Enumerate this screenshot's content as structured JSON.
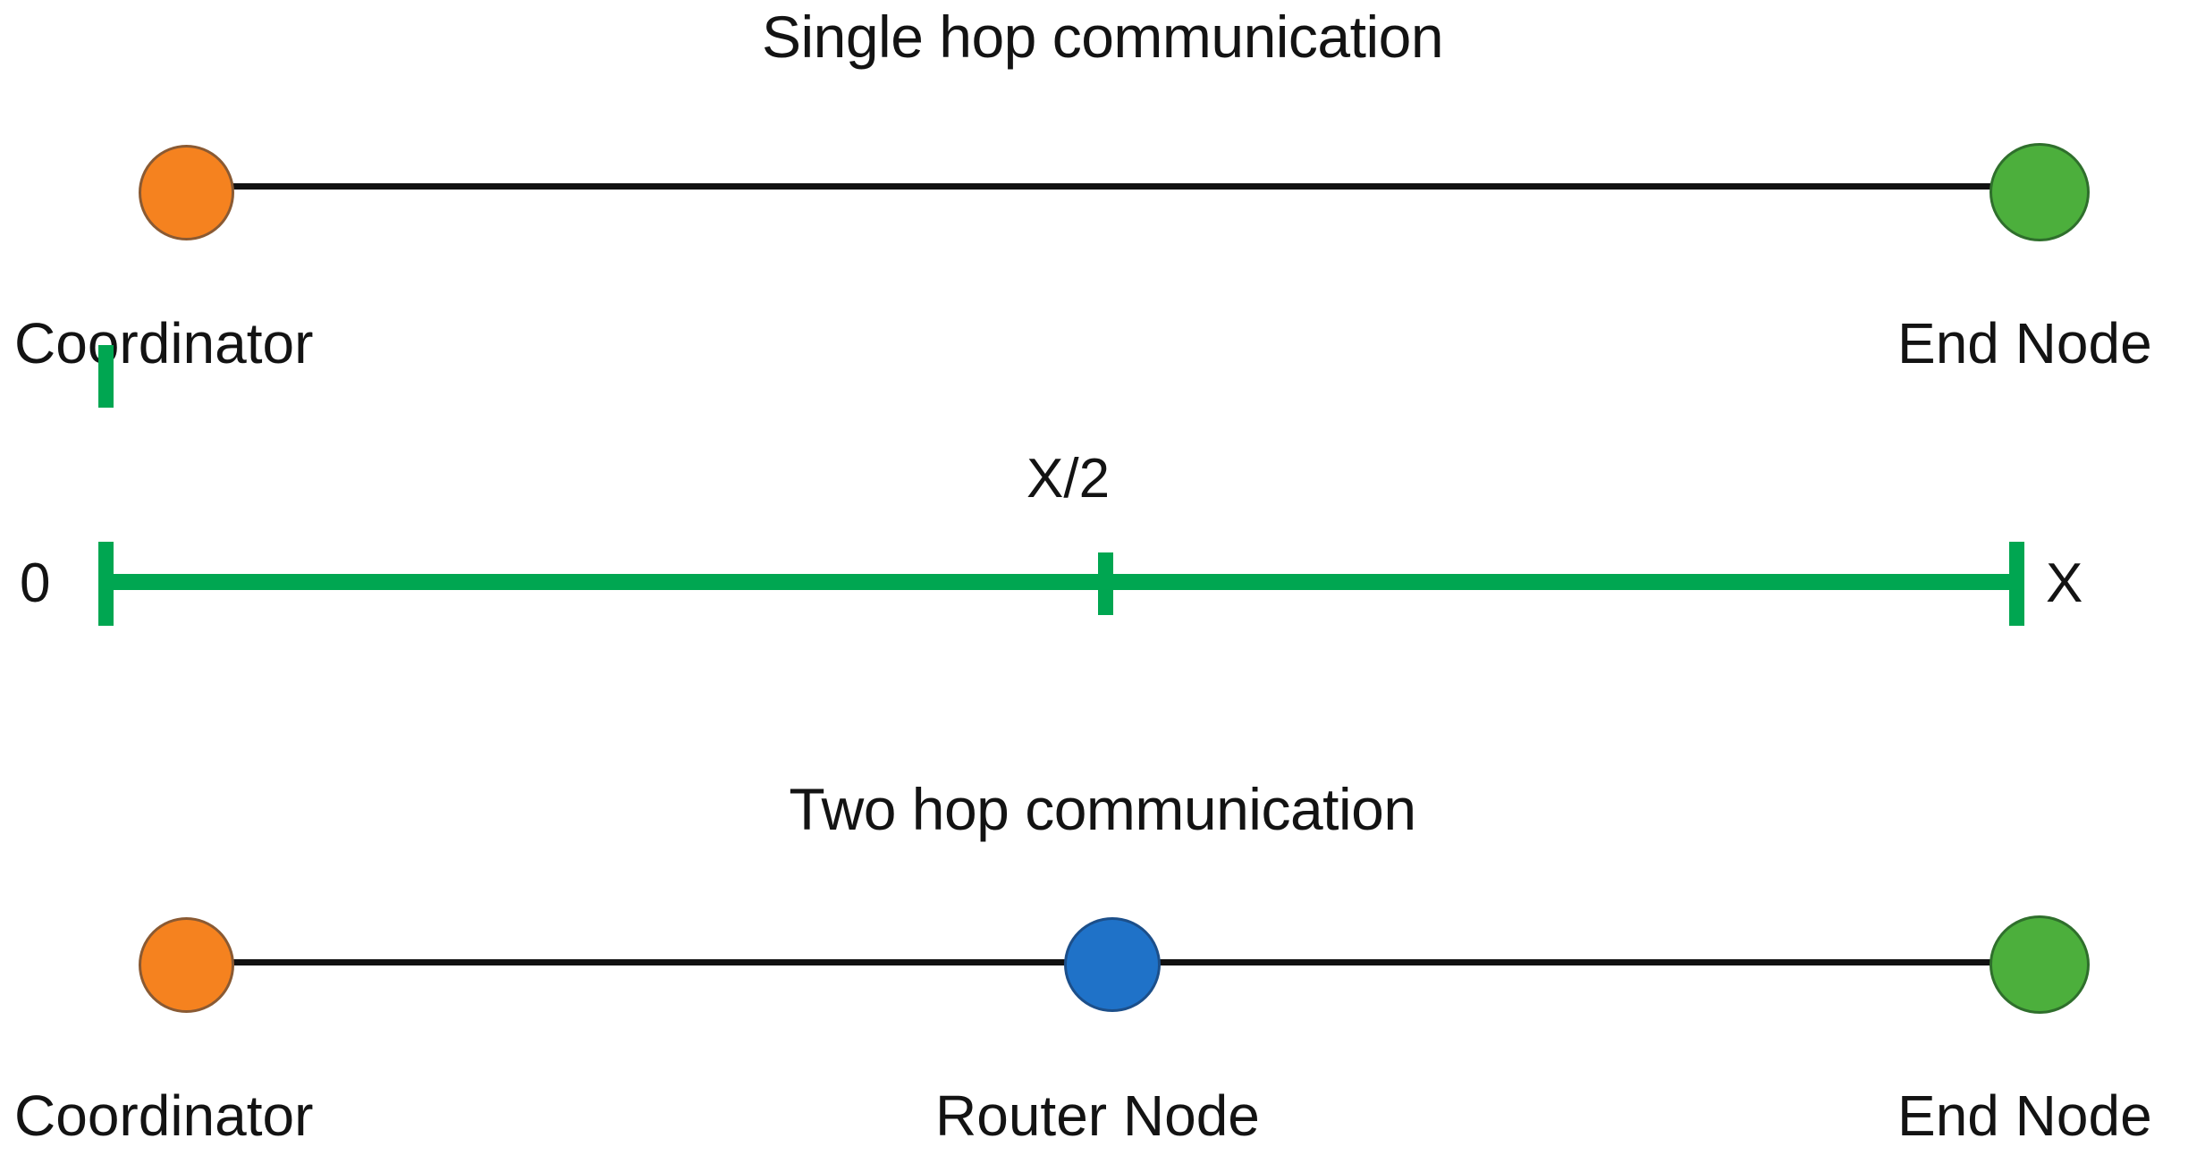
{
  "diagram": {
    "background_color": "#ffffff",
    "sections": [
      {
        "id": "single-hop",
        "title": "Single hop communication",
        "nodes": [
          {
            "role": "coordinator",
            "label": "Coordinator",
            "color": "#F5821F"
          },
          {
            "role": "end-node",
            "label": "End Node",
            "color": "#4CAF3C"
          }
        ]
      },
      {
        "id": "two-hop",
        "title": "Two hop communication",
        "nodes": [
          {
            "role": "coordinator",
            "label": "Coordinator",
            "color": "#F5821F"
          },
          {
            "role": "router-node",
            "label": "Router Node",
            "color": "#1F72C8"
          },
          {
            "role": "end-node",
            "label": "End Node",
            "color": "#4CAF3C"
          }
        ]
      }
    ],
    "scale": {
      "color": "#00A651",
      "start_label": "0",
      "middle_label": "X/2",
      "end_label": "X"
    },
    "link_color": "#111111"
  }
}
